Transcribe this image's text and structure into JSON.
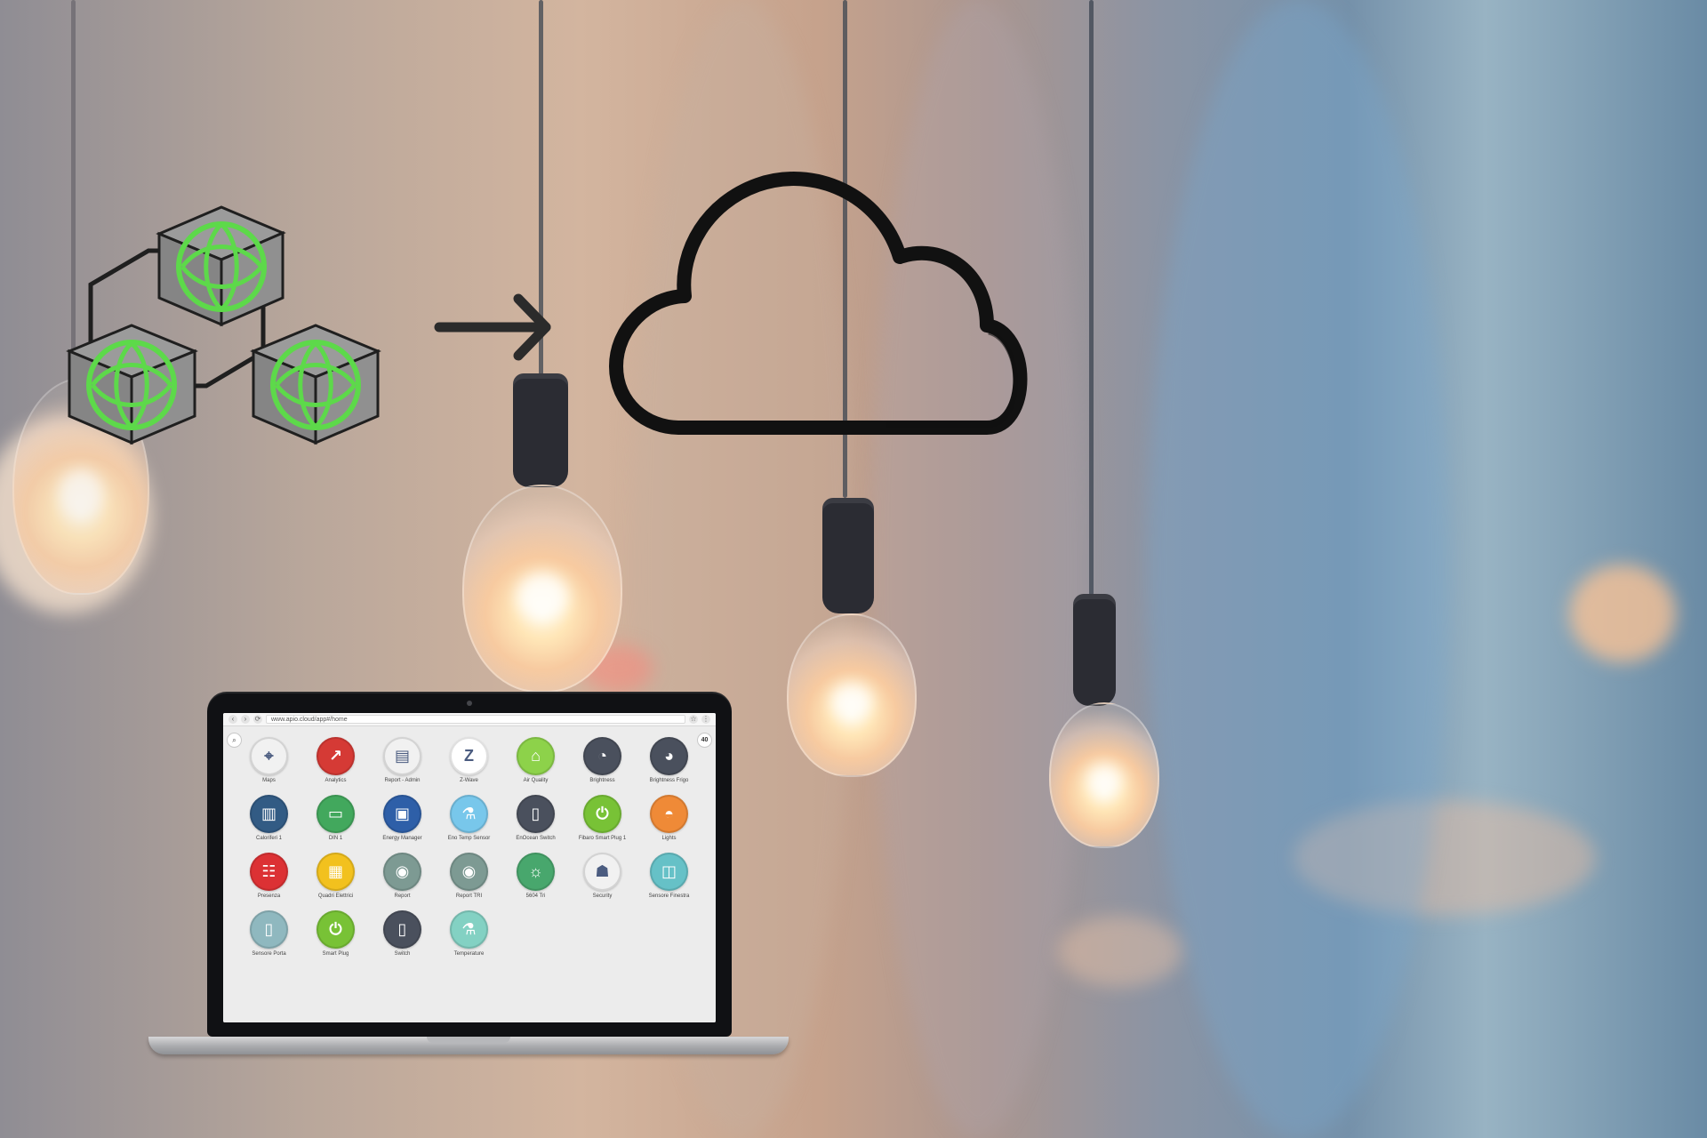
{
  "diagram": {
    "network_icon_name": "blockchain-network-icon",
    "arrow_icon_name": "right-arrow-icon",
    "cloud_icon_name": "cloud-icon",
    "accent_green": "#5dd94a",
    "stroke_dark": "#1f1f1f"
  },
  "laptop": {
    "url": "www.apio.cloud/app#/home",
    "brand_badge": "40",
    "apps": [
      {
        "label": "Maps",
        "icon": "map-icon",
        "color": "#f1f1f1"
      },
      {
        "label": "Analytics",
        "icon": "analytics-icon",
        "color": "#d53a35"
      },
      {
        "label": "Report - Admin",
        "icon": "report-admin-icon",
        "color": "#f1f1f1"
      },
      {
        "label": "Z-Wave",
        "icon": "zwave-icon",
        "color": "#ffffff"
      },
      {
        "label": "Air Quality",
        "icon": "air-quality-icon",
        "color": "#8dd24a"
      },
      {
        "label": "Brightness",
        "icon": "brightness-icon",
        "color": "#4a505d"
      },
      {
        "label": "Brightness Frigo",
        "icon": "brightness-frigo-icon",
        "color": "#4a505d"
      },
      {
        "label": "Caloriferi 1",
        "icon": "radiator-icon",
        "color": "#325b84"
      },
      {
        "label": "DIN 1",
        "icon": "din-icon",
        "color": "#42a85d"
      },
      {
        "label": "Energy Manager",
        "icon": "energy-manager-icon",
        "color": "#2e5fa8"
      },
      {
        "label": "Eno Temp Sensor",
        "icon": "temperature-sensor-icon",
        "color": "#78c7eb"
      },
      {
        "label": "EnOcean Switch",
        "icon": "enocean-switch-icon",
        "color": "#4a505d"
      },
      {
        "label": "Fibaro Smart Plug 1",
        "icon": "smart-plug-icon",
        "color": "#78c236"
      },
      {
        "label": "Lights",
        "icon": "lights-icon",
        "color": "#ef8a37"
      },
      {
        "label": "Presenza",
        "icon": "presence-icon",
        "color": "#dc3134"
      },
      {
        "label": "Quadri Elettrici",
        "icon": "electric-panel-icon",
        "color": "#f2c11e"
      },
      {
        "label": "Report",
        "icon": "report-icon",
        "color": "#7d9a93"
      },
      {
        "label": "Report TRI",
        "icon": "report-tri-icon",
        "color": "#7d9a93"
      },
      {
        "label": "5604 Tri",
        "icon": "lightbulb-icon",
        "color": "#48a76d"
      },
      {
        "label": "Security",
        "icon": "security-icon",
        "color": "#f1f1f1"
      },
      {
        "label": "Sensore Finestra",
        "icon": "window-sensor-icon",
        "color": "#66c1c7"
      },
      {
        "label": "Sensore Porta",
        "icon": "door-sensor-icon",
        "color": "#8fb8bf"
      },
      {
        "label": "Smart Plug",
        "icon": "plug-icon",
        "color": "#78c236"
      },
      {
        "label": "Switch",
        "icon": "switch-icon",
        "color": "#4a505d"
      },
      {
        "label": "Temperature",
        "icon": "temperature-icon",
        "color": "#83d1c3"
      }
    ]
  }
}
